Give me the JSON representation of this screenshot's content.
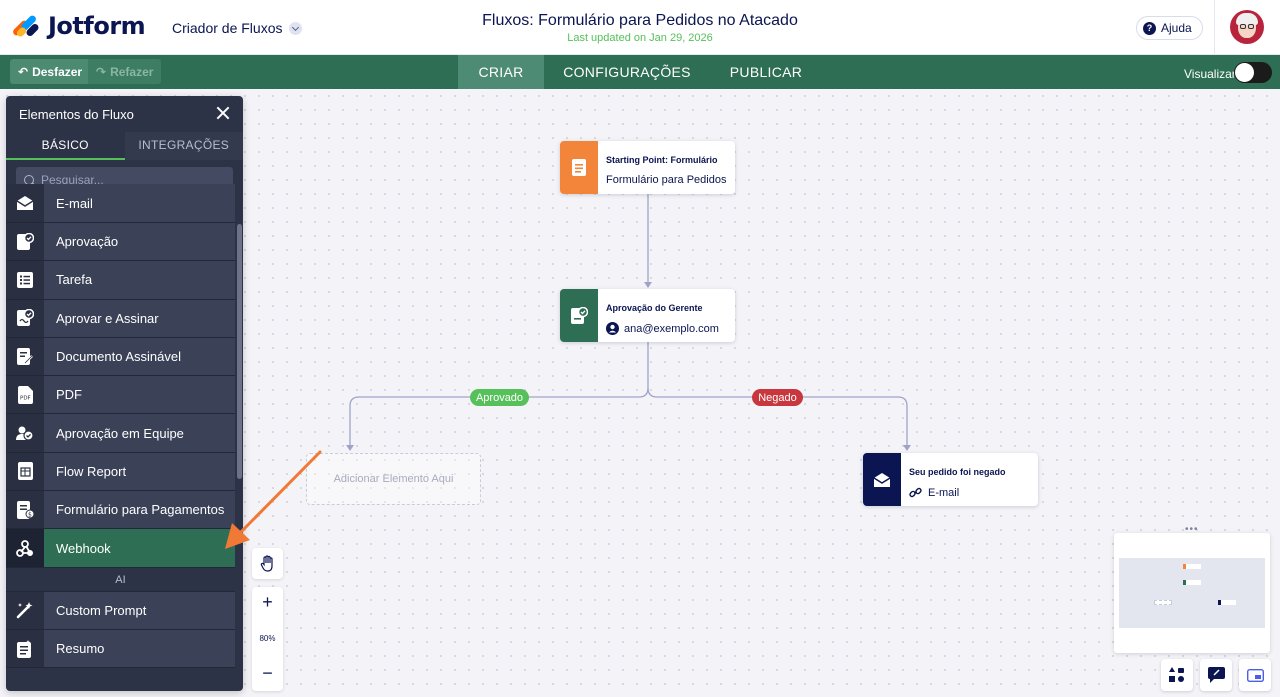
{
  "header": {
    "logo_text": "Jotform",
    "builder_label": "Criador de Fluxos",
    "flow_title": "Fluxos: Formulário para Pedidos no Atacado",
    "last_updated": "Last updated on Jan 29, 2026",
    "help_label": "Ajuda"
  },
  "toolbar": {
    "undo_label": "Desfazer",
    "redo_label": "Refazer",
    "tabs": [
      {
        "label": "CRIAR",
        "active": true
      },
      {
        "label": "CONFIGURAÇÕES",
        "active": false
      },
      {
        "label": "PUBLICAR",
        "active": false
      }
    ],
    "preview_label": "Visualizar"
  },
  "sidebar": {
    "title": "Elementos do Fluxo",
    "tabs": [
      {
        "label": "BÁSICO",
        "active": true
      },
      {
        "label": "INTEGRAÇÕES",
        "active": false
      }
    ],
    "search_placeholder": "Pesquisar...",
    "items": [
      {
        "label": "E-mail",
        "icon": "email-icon"
      },
      {
        "label": "Aprovação",
        "icon": "approval-icon"
      },
      {
        "label": "Tarefa",
        "icon": "task-icon"
      },
      {
        "label": "Aprovar e Assinar",
        "icon": "approve-sign-icon"
      },
      {
        "label": "Documento Assinável",
        "icon": "sign-document-icon"
      },
      {
        "label": "PDF",
        "icon": "pdf-icon"
      },
      {
        "label": "Aprovação em Equipe",
        "icon": "team-approval-icon"
      },
      {
        "label": "Flow Report",
        "icon": "flow-report-icon"
      },
      {
        "label": "Formulário para Pagamentos",
        "icon": "payment-form-icon"
      },
      {
        "label": "Webhook",
        "icon": "webhook-icon",
        "selected": true
      }
    ],
    "ai_section_label": "AI",
    "ai_items": [
      {
        "label": "Custom Prompt",
        "icon": "magic-wand-icon"
      },
      {
        "label": "Resumo",
        "icon": "summary-icon"
      }
    ]
  },
  "flow": {
    "start_node": {
      "title": "Starting Point: Formulário",
      "subtitle": "Formulário para Pedidos n..."
    },
    "approval_node": {
      "title": "Aprovação do Gerente",
      "assignee": "ana@exemplo.com"
    },
    "approved_label": "Aprovado",
    "denied_label": "Negado",
    "placeholder_label": "Adicionar Elemento Aqui",
    "email_node": {
      "title": "Seu pedido foi negado",
      "subtitle": "E-mail"
    }
  },
  "zoom": {
    "plus": "+",
    "minus": "−",
    "level": "80%"
  },
  "colors": {
    "brand_green": "#2e6e55",
    "start_orange": "#f3853a",
    "approval_green": "#2e6e55",
    "email_navy": "#0a1551",
    "approved_badge": "#56c05a",
    "denied_badge": "#c8363e",
    "annotation_arrow": "#f07a35"
  }
}
